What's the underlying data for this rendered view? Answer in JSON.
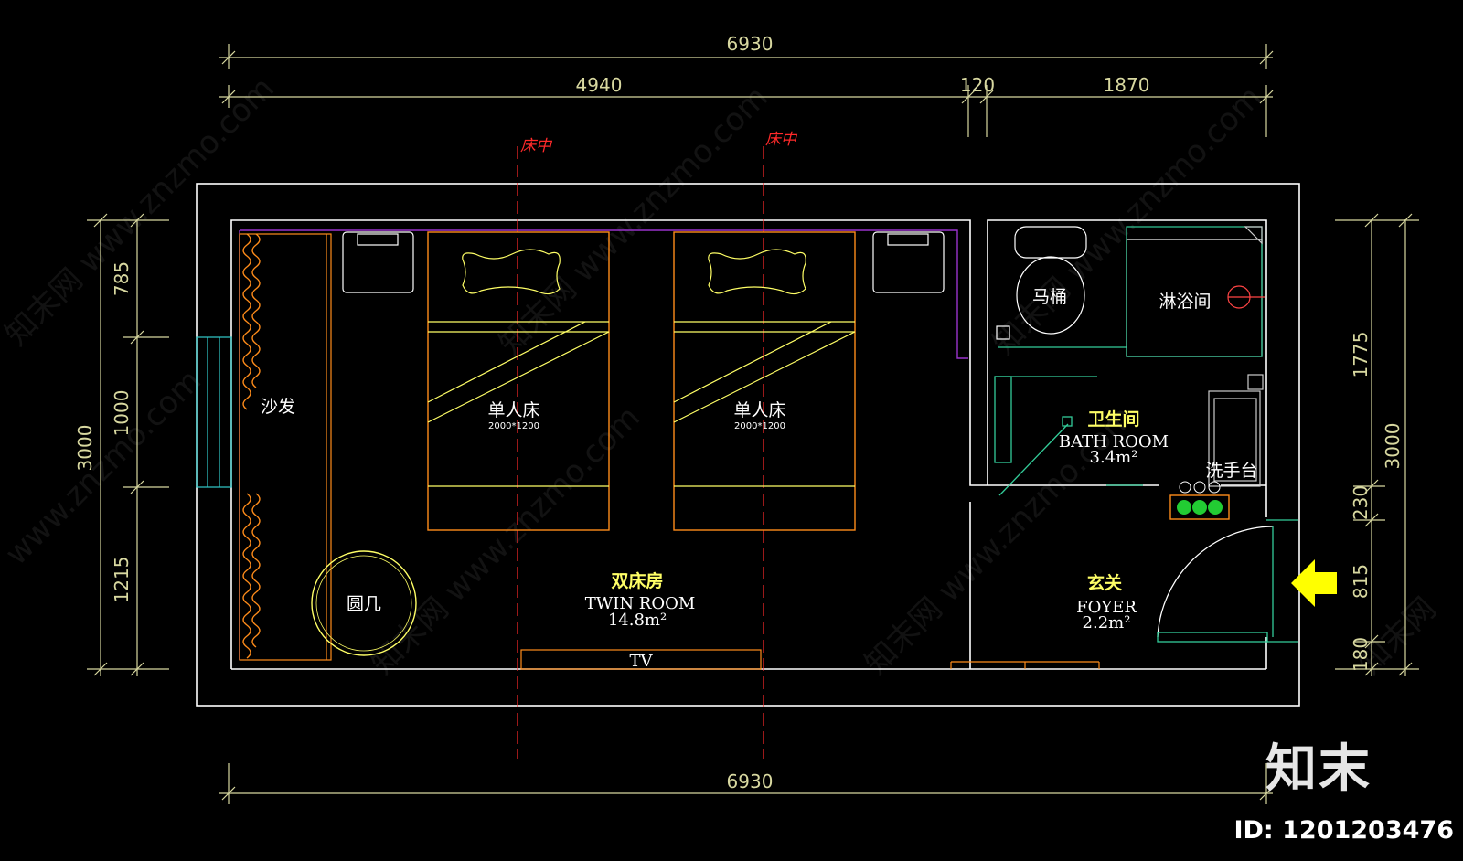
{
  "dimensions": {
    "top_total": "6930",
    "bottom_total": "6930",
    "top_segments": [
      "4940",
      "120",
      "1870"
    ],
    "left_total": "3000",
    "left_segments": [
      "785",
      "1000",
      "1215"
    ],
    "right_total": "3000",
    "right_segments": [
      "1775",
      "230",
      "815",
      "180"
    ]
  },
  "center_marks": [
    "床中",
    "床中"
  ],
  "rooms": {
    "twin": {
      "cn": "双床房",
      "en": "TWIN ROOM",
      "area": "14.8m²"
    },
    "bath": {
      "cn": "卫生间",
      "en": "BATH ROOM",
      "area": "3.4m²"
    },
    "foyer": {
      "cn": "玄关",
      "en": "FOYER",
      "area": "2.2m²"
    }
  },
  "furniture": {
    "bed1": {
      "label": "单人床",
      "size": "2000*1200"
    },
    "bed2": {
      "label": "单人床",
      "size": "2000*1200"
    },
    "sofa": "沙发",
    "table": "圆几",
    "tv": "TV",
    "toilet": "马桶",
    "shower": "淋浴间",
    "basin": "洗手台"
  },
  "brand": {
    "name": "知末",
    "id": "ID: 1201203476"
  },
  "colors": {
    "wall": "#ffffff",
    "dimension": "#d8d8a0",
    "bed": "#ff8c1a",
    "furniture": "#ffff66",
    "fixture": "#cccccc",
    "door": "#33cc99",
    "partition": "#9933cc",
    "centerline": "#ff2a2a",
    "arrow": "#ffff00"
  }
}
